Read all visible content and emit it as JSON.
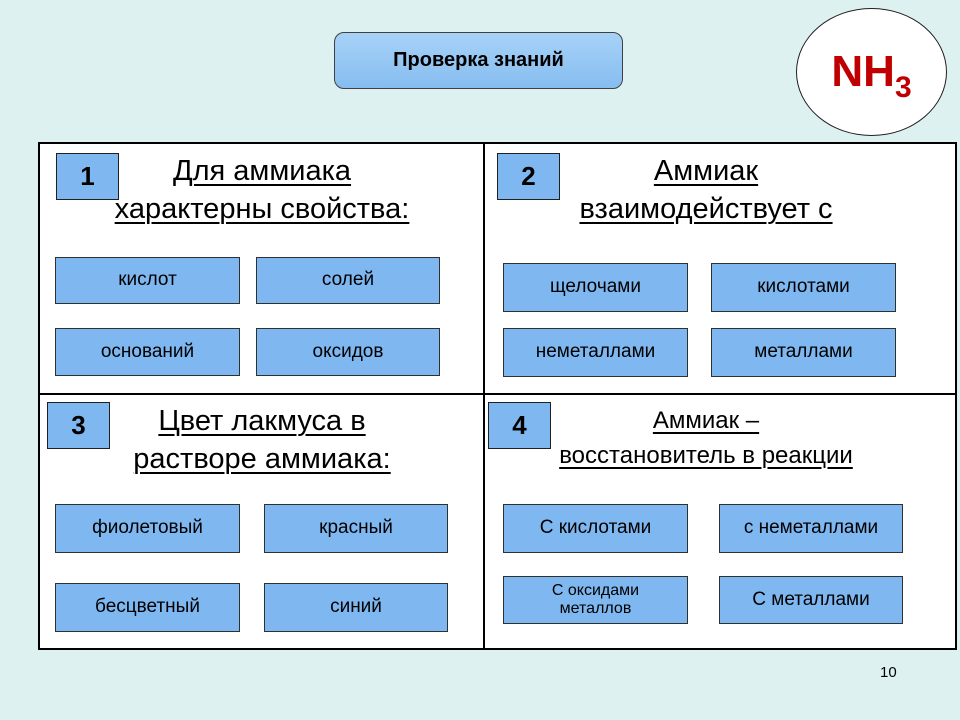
{
  "title": "Проверка знаний",
  "formula": {
    "main": "NH",
    "sub": "3"
  },
  "quadrants": [
    {
      "number": "1",
      "line1": "Для аммиака",
      "line2": "характерны свойства:",
      "options": [
        "кислот",
        "солей",
        "оснований",
        "оксидов"
      ]
    },
    {
      "number": "2",
      "line1": "Аммиак",
      "line2": "взаимодействует с",
      "options": [
        "щелочами",
        "кислотами",
        "неметаллами",
        "металлами"
      ]
    },
    {
      "number": "3",
      "line1": "Цвет лакмуса в",
      "line2": "растворе аммиака:",
      "options": [
        "фиолетовый",
        "красный",
        "бесцветный",
        "синий"
      ]
    },
    {
      "number": "4",
      "line1": "Аммиак –",
      "line2": "восстановитель в реакции",
      "options": [
        "С кислотами",
        "с неметаллами",
        "С оксидами металлов",
        "С металлами"
      ]
    }
  ],
  "page_number": "10"
}
